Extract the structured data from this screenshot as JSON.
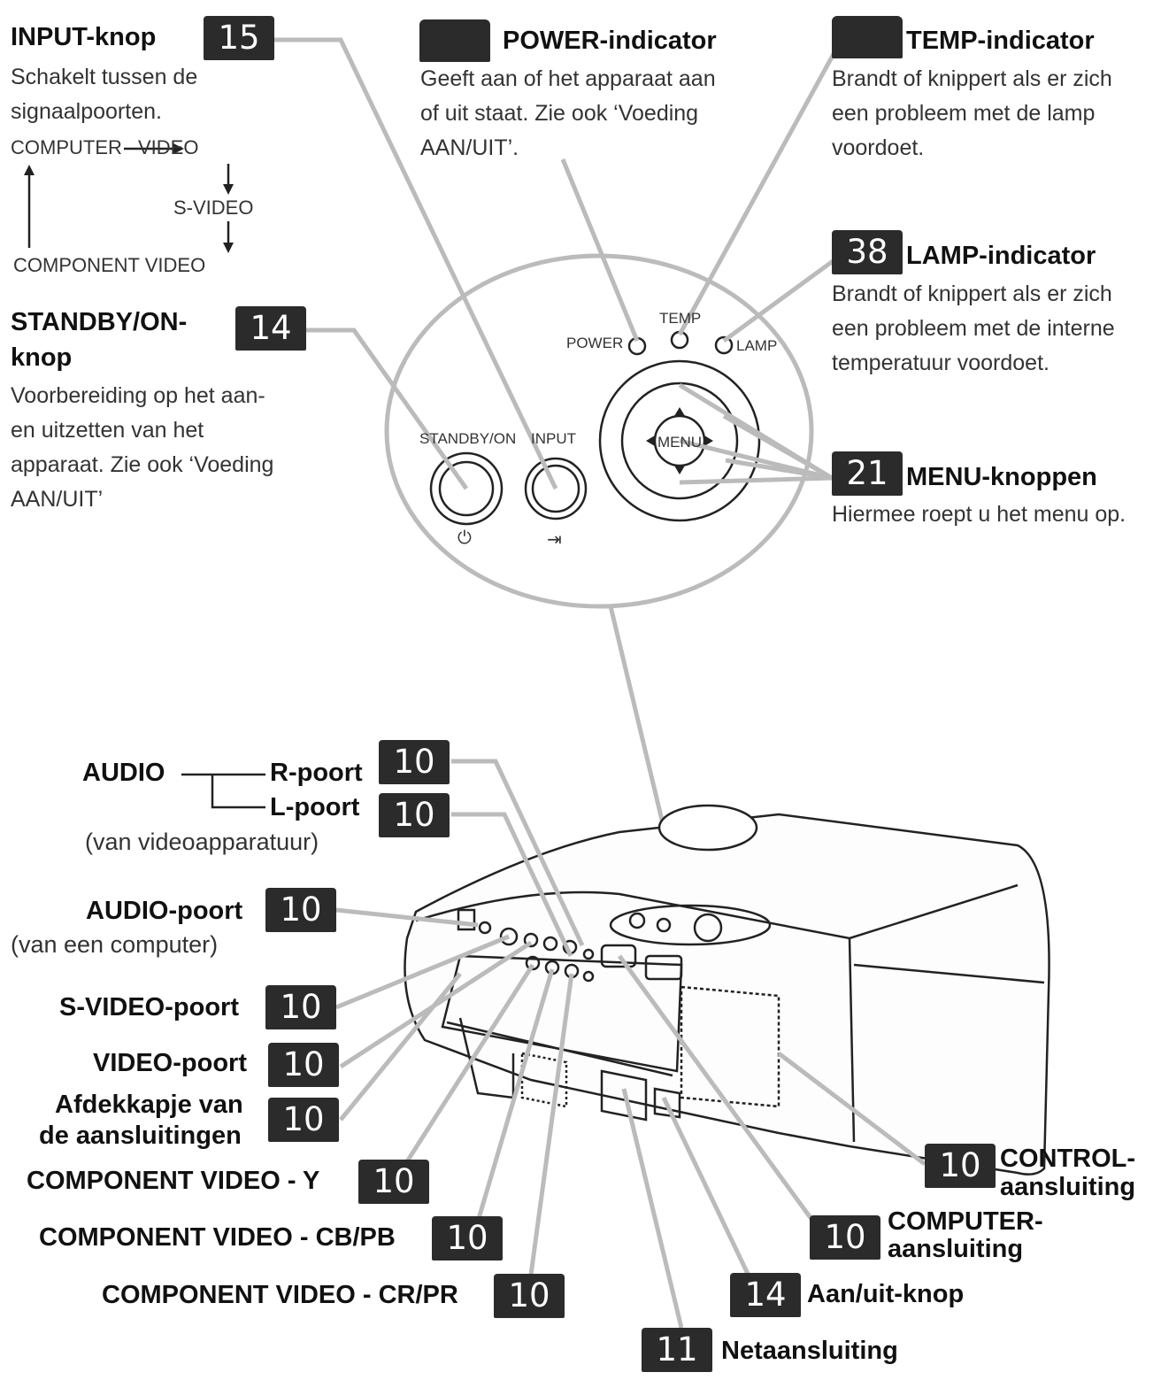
{
  "input": {
    "title": "INPUT-knop",
    "page": "15",
    "desc1": "Schakelt tussen de",
    "desc2": "signaalpoorten.",
    "cycle": [
      "COMPUTER",
      "VIDEO",
      "S-VIDEO",
      "COMPONENT VIDEO"
    ]
  },
  "power": {
    "title": "POWER-indicator",
    "desc1": "Geeft aan of het apparaat aan",
    "desc2": "of uit staat. Zie ook ‘Voeding",
    "desc3": "AAN/UIT’."
  },
  "temp": {
    "title": "TEMP-indicator",
    "desc1": "Brandt of knippert als er zich",
    "desc2": "een probleem met de lamp",
    "desc3": "voordoet."
  },
  "lamp": {
    "title": "LAMP-indicator",
    "page": "38",
    "desc1": "Brandt of knippert als er zich",
    "desc2": "een probleem met de interne",
    "desc3": "temperatuur voordoet."
  },
  "standby": {
    "title1": "STANDBY/ON-",
    "title2": "knop",
    "page": "14",
    "desc1": "Voorbereiding op het aan-",
    "desc2": "en uitzetten van het",
    "desc3": "apparaat. Zie ook ‘Voeding",
    "desc4": "AAN/UIT’"
  },
  "menu": {
    "title": "MENU-knoppen",
    "page": "21",
    "desc": "Hiermee roept u het menu op."
  },
  "panel": {
    "power": "POWER",
    "temp": "TEMP",
    "lamp": "LAMP",
    "standby": "STANDBY/ON",
    "input": "INPUT",
    "menu": "MENU"
  },
  "ports": {
    "audio": "AUDIO",
    "r_port": "R-poort",
    "r_page": "10",
    "l_port": "L-poort",
    "l_page": "10",
    "video_src": "(van videoapparatuur)",
    "audio_port": "AUDIO-poort",
    "audio_page": "10",
    "computer_src": "(van een computer)",
    "svideo": "S-VIDEO-poort",
    "svideo_page": "10",
    "video": "VIDEO-poort",
    "video_page": "10",
    "cover1": "Afdekkapje van",
    "cover2": "de aansluitingen",
    "cover_page": "10",
    "comp_y": "COMPONENT VIDEO - Y",
    "comp_y_page": "10",
    "comp_cb": "COMPONENT VIDEO - CB/PB",
    "comp_cb_page": "10",
    "comp_cr": "COMPONENT VIDEO - CR/PR",
    "comp_cr_page": "10",
    "control1": "CONTROL-",
    "control2": "aansluiting",
    "control_page": "10",
    "computer1": "COMPUTER-",
    "computer2": "aansluiting",
    "computer_page": "10",
    "onoff": "Aan/uit-knop",
    "onoff_page": "14",
    "mains": "Netaansluiting",
    "mains_page": "11"
  }
}
